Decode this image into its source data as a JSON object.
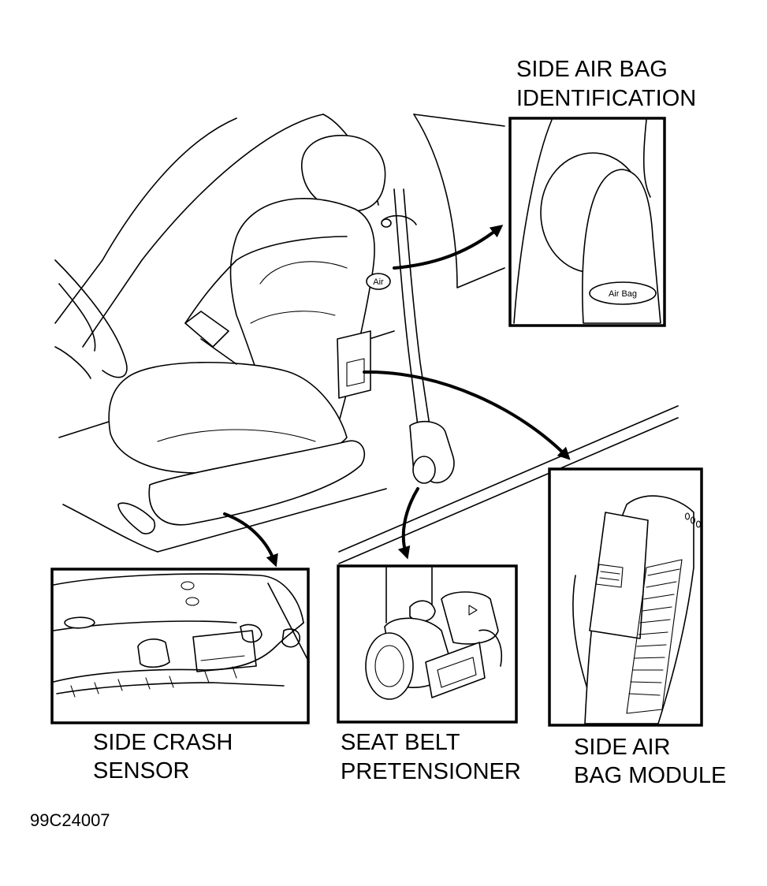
{
  "callouts": {
    "side_air_bag_identification": {
      "line1": "SIDE AIR BAG",
      "line2": "IDENTIFICATION"
    },
    "side_crash_sensor": {
      "line1": "SIDE CRASH",
      "line2": "SENSOR"
    },
    "seat_belt_pretensioner": {
      "line1": "SEAT BELT",
      "line2": "PRETENSIONER"
    },
    "side_air_bag_module": {
      "line1": "SIDE AIR",
      "line2": "BAG MODULE"
    }
  },
  "seat_tag": "Air",
  "inset_tag": "Air Bag",
  "figure_code": "99C24007",
  "colors": {
    "ink": "#000000",
    "paper": "#ffffff"
  }
}
